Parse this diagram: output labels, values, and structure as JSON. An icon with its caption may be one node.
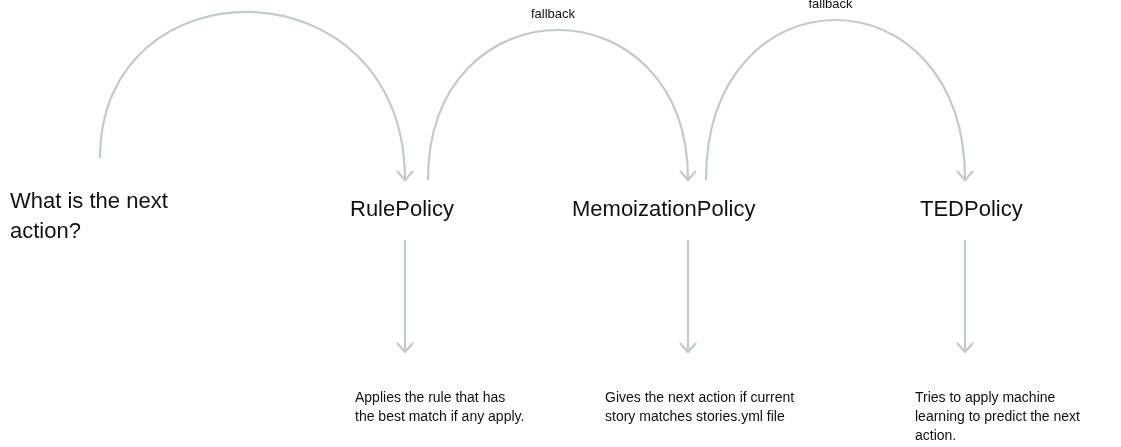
{
  "diagram": {
    "nodes": [
      {
        "text": [
          "What is the next action?"
        ]
      },
      {
        "text": [
          "RulePolicy"
        ]
      },
      {
        "text": [
          "MemoizationPolicy"
        ]
      },
      {
        "text": [
          "TEDPolicy"
        ]
      },
      {
        "text": [
          "Applies the rule that has the best match if any apply."
        ]
      },
      {
        "text": [
          "Gives the next action if current story matches stories.yml file"
        ]
      },
      {
        "text": [
          "Tries to apply machine learning to predict the next action."
        ]
      }
    ],
    "edges": [
      {
        "from": 0,
        "to": 1,
        "arrow": "to"
      },
      {
        "from": 1,
        "to": 2,
        "arrow": "to",
        "label": "fallback"
      },
      {
        "from": 2,
        "to": 3,
        "arrow": "to",
        "label": "fallback"
      },
      {
        "from": 1,
        "to": 4,
        "arrow": "to"
      },
      {
        "from": 2,
        "to": 5,
        "arrow": "to"
      },
      {
        "from": 3,
        "to": 6,
        "arrow": "to"
      }
    ]
  }
}
